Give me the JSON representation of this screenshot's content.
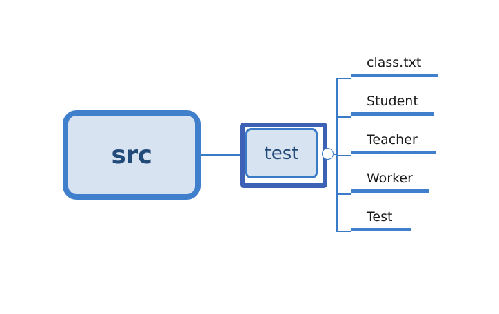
{
  "diagram": {
    "root": {
      "label": "src"
    },
    "child": {
      "label": "test"
    },
    "leaves": [
      {
        "label": "class.txt"
      },
      {
        "label": "Student"
      },
      {
        "label": "Teacher"
      },
      {
        "label": "Worker"
      },
      {
        "label": "Test"
      }
    ]
  },
  "colors": {
    "accent": "#3f7fcb",
    "node_fill": "#d8e3f1",
    "node_text": "#234b7a",
    "selected_border": "#3d62b5",
    "leaf_text": "#1a1a1a"
  }
}
